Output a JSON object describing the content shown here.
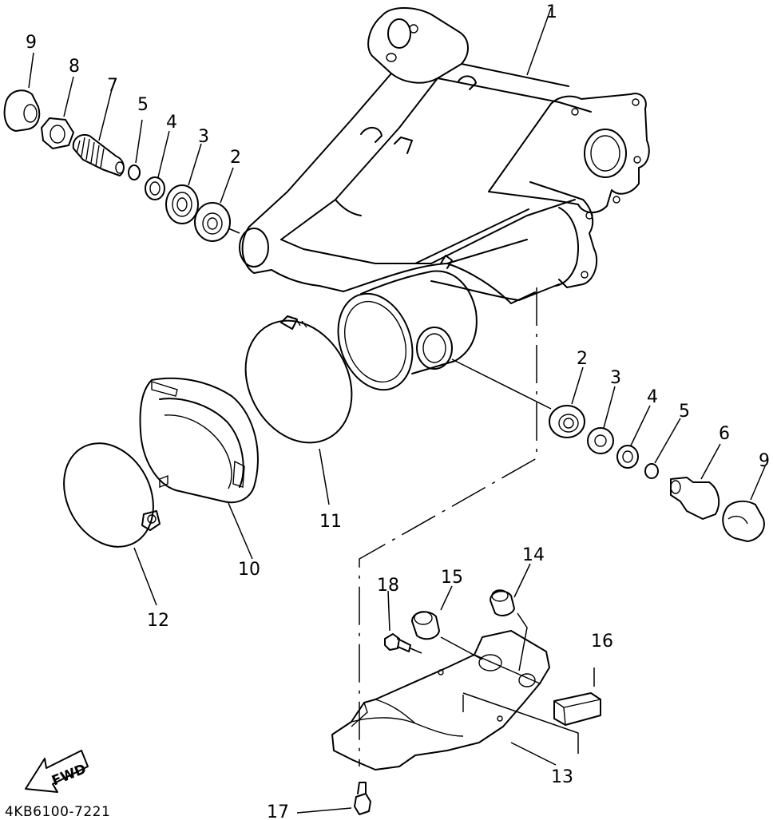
{
  "callouts": {
    "c1": "1",
    "c2a": "2",
    "c3a": "3",
    "c4a": "4",
    "c5a": "5",
    "c7": "7",
    "c8": "8",
    "c9a": "9",
    "c2b": "2",
    "c3b": "3",
    "c4b": "4",
    "c5b": "5",
    "c6": "6",
    "c9b": "9",
    "c10": "10",
    "c11": "11",
    "c12": "12",
    "c13": "13",
    "c14": "14",
    "c15": "15",
    "c16": "16",
    "c17": "17",
    "c18": "18"
  },
  "fwd_label": "FWD",
  "diagram_code": "4KB6100-7221"
}
